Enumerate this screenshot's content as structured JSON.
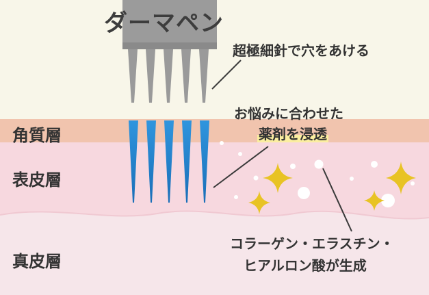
{
  "title": "ダーマペン",
  "layers": {
    "stratum_corneum": "角質層",
    "epidermis": "表皮層",
    "dermis": "真皮層"
  },
  "annotations": {
    "needle": "超極細針で穴をあける",
    "infuse_line1": "お悩みに合わせた",
    "infuse_line2": "薬剤を浸透",
    "collagen_line1": "コラーゲン・エラスチン・",
    "collagen_line2": "ヒアルロン酸が生成"
  },
  "colors": {
    "background": "#f8f6e9",
    "corneum": "#f1c4ae",
    "epidermis": "#f7dbe1",
    "dermis": "#f5e4e8",
    "needle_body": "#9a9a9a",
    "needle_tip": "#2b8ed6",
    "sparkle": "#e8c324",
    "highlight": "#fbeea0"
  }
}
